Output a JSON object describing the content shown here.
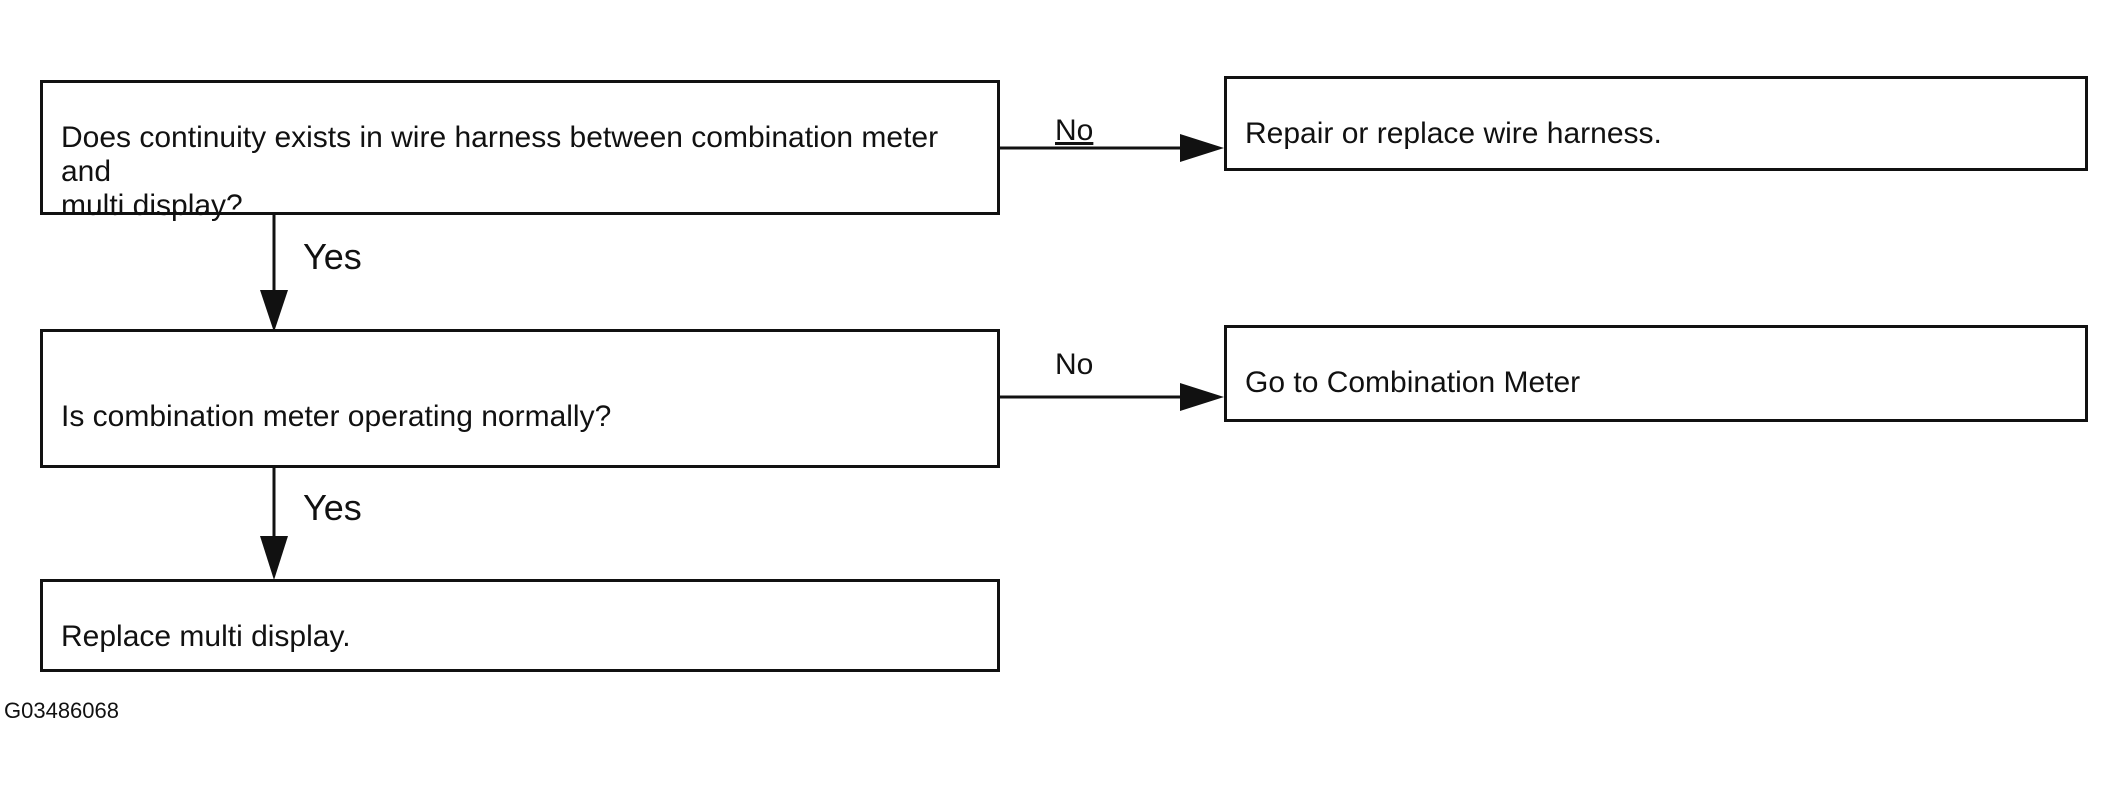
{
  "nodes": {
    "q1": "Does continuity exists in wire harness between combination meter\nand\nmulti display?",
    "a1": "Repair or replace wire harness.",
    "q2": "Is combination meter operating normally?",
    "a2": "Go to Combination Meter",
    "a3": "Replace multi display."
  },
  "edge_labels": {
    "q1_no": "No",
    "q1_yes": "Yes",
    "q2_no": "No",
    "q2_yes": "Yes"
  },
  "figure_id": "G03486068"
}
